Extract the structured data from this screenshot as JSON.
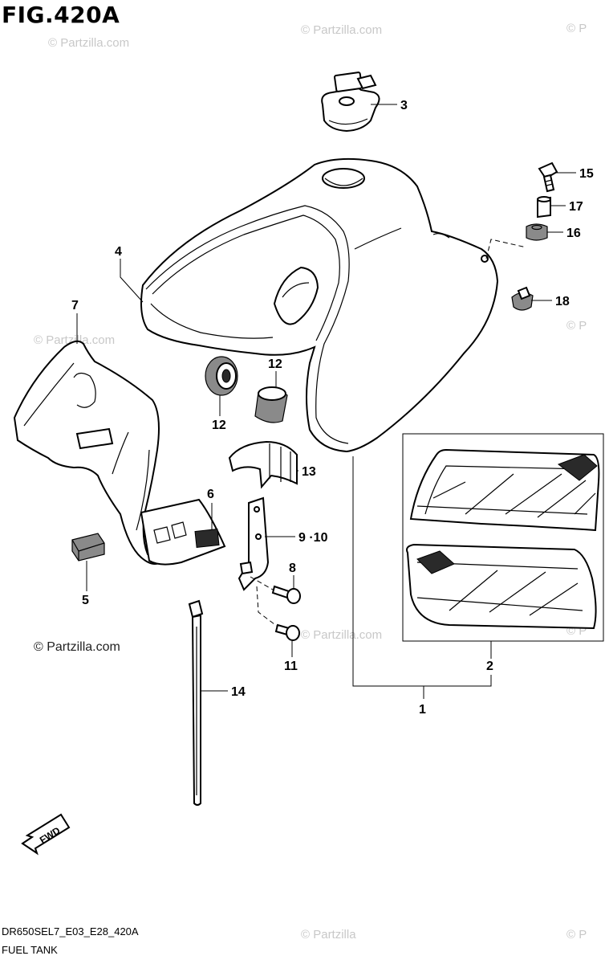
{
  "header": {
    "figure_title": "FIG.420A"
  },
  "footer": {
    "diagram_code": "DR650SEL7_E03_E28_420A",
    "diagram_name": "FUEL TANK"
  },
  "watermark": {
    "text": "© Partzilla.com",
    "fragment_left": "© Partzilla",
    "fragment_right": "© P"
  },
  "fwd_arrow": {
    "label": "FWD"
  },
  "callouts": {
    "c1": "1",
    "c2": "2",
    "c3": "3",
    "c4": "4",
    "c5": "5",
    "c6": "6",
    "c7": "7",
    "c8": "8",
    "c9_10": "9 ·10",
    "c11": "11",
    "c12a": "12",
    "c12b": "12",
    "c13": "13",
    "c14": "14",
    "c15": "15",
    "c16": "16",
    "c17": "17",
    "c18": "18"
  },
  "colors": {
    "line": "#000000",
    "watermark": "#c8c8c8",
    "background": "#ffffff"
  }
}
